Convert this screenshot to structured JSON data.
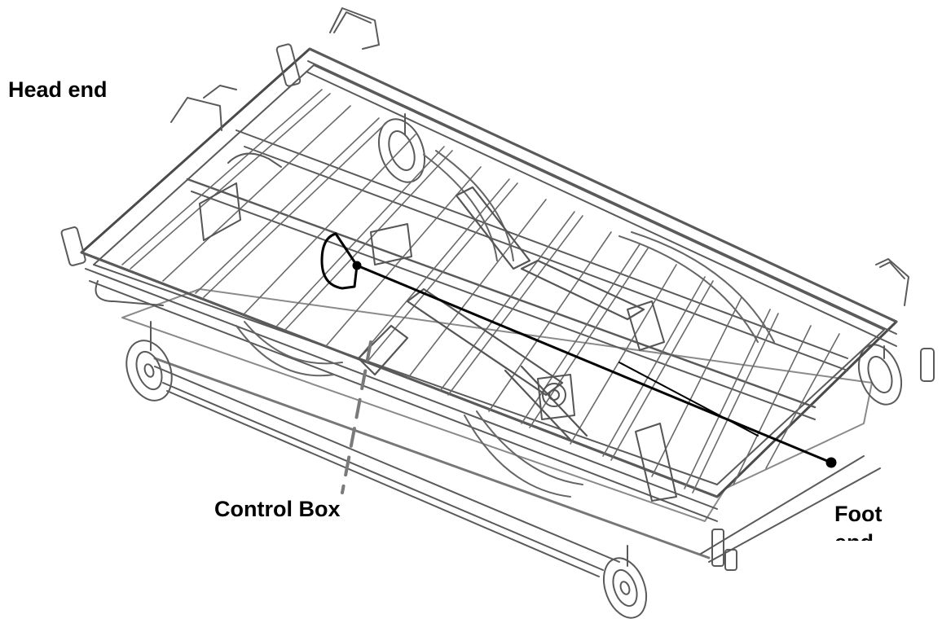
{
  "labels": {
    "head_end": "Head end",
    "control_box": "Control Box",
    "foot_end": "Foot end"
  },
  "colors": {
    "frame_stroke": "#5a5a5a",
    "callout_solid": "#000000",
    "callout_dashed": "#7a7a7a"
  }
}
